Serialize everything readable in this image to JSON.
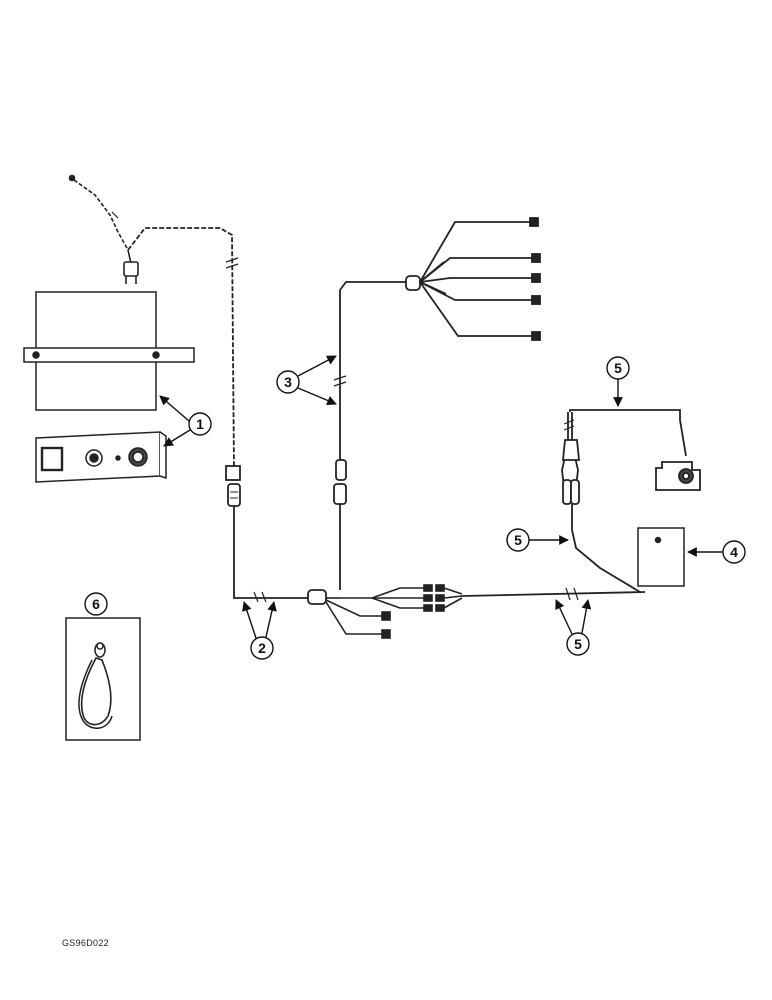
{
  "figure_code": "GS96D022",
  "callouts": [
    {
      "id": "callout-1",
      "label": "1"
    },
    {
      "id": "callout-2",
      "label": "2"
    },
    {
      "id": "callout-3",
      "label": "3"
    },
    {
      "id": "callout-4",
      "label": "4"
    },
    {
      "id": "callout-5a",
      "label": "5"
    },
    {
      "id": "callout-5b",
      "label": "5"
    },
    {
      "id": "callout-5c",
      "label": "5"
    },
    {
      "id": "callout-6",
      "label": "6"
    }
  ]
}
